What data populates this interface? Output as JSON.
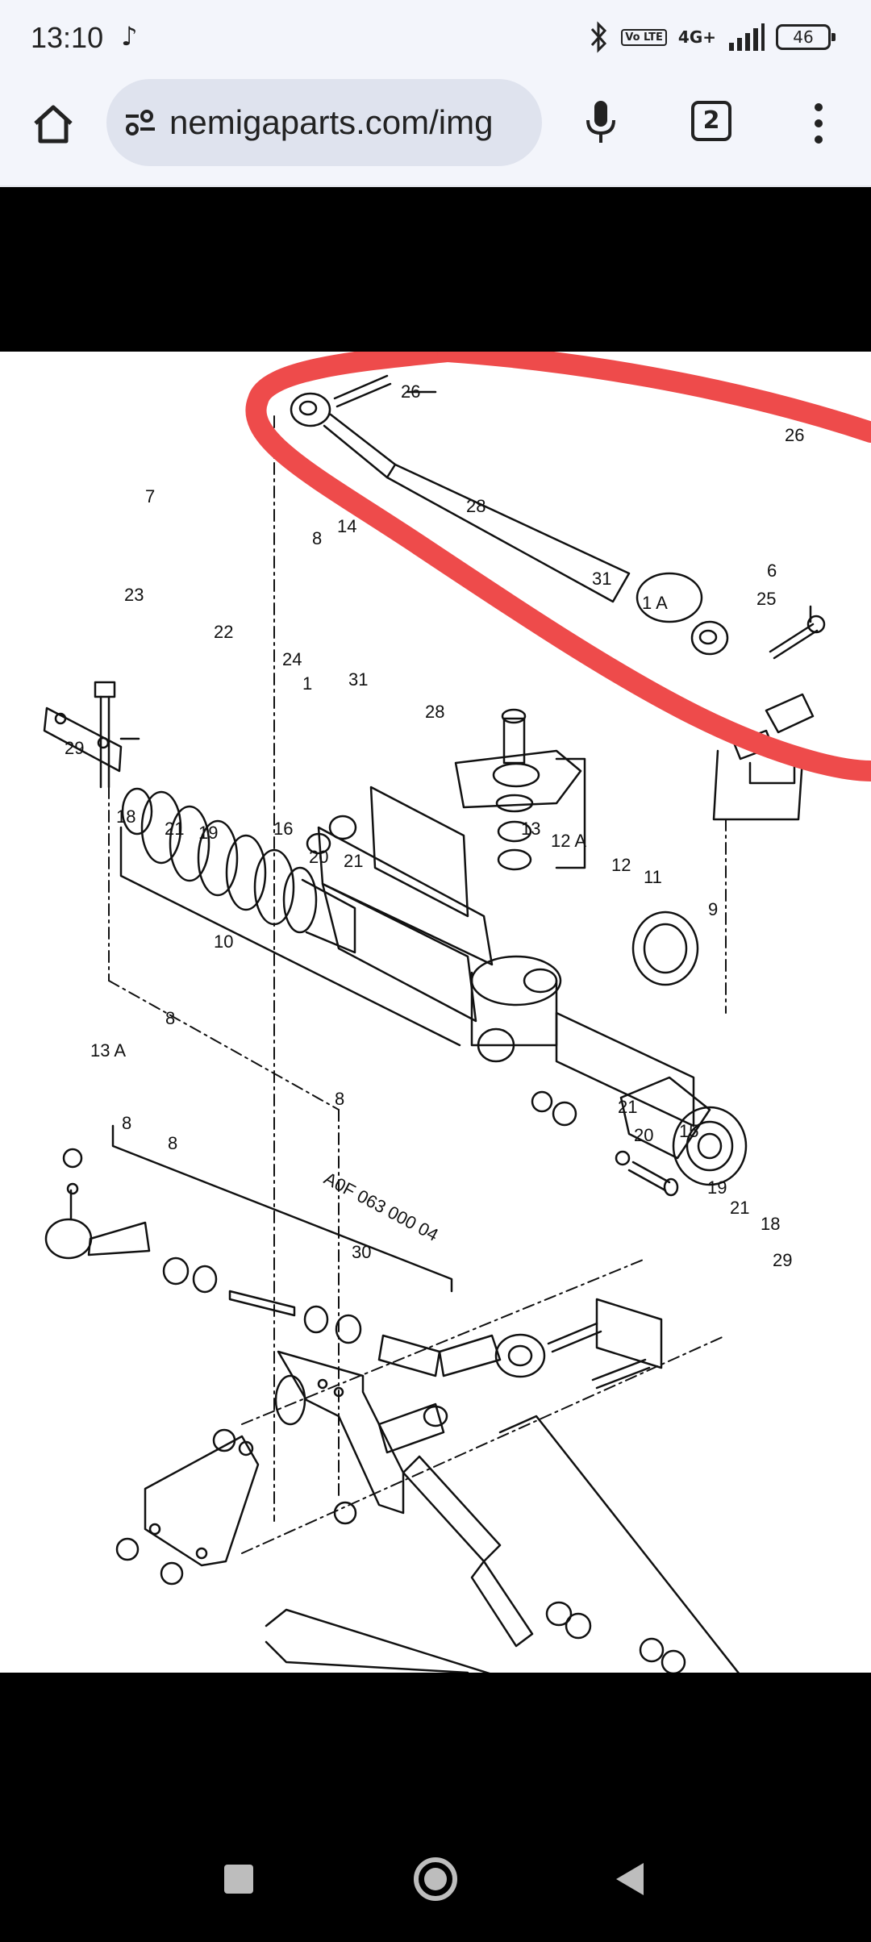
{
  "status": {
    "time": "13:10",
    "app_icon": "tiktok-icon",
    "volte": "Vo LTE",
    "network": "4G+",
    "battery": "46"
  },
  "toolbar": {
    "url": "nemigaparts.com/img",
    "tab_count": "2"
  },
  "diagram": {
    "labels": {
      "l26a": "26",
      "l26b": "26",
      "l7": "7",
      "l28a": "28",
      "l8a": "8",
      "l14": "14",
      "l31a": "31",
      "l1a": "1 A",
      "l6": "6",
      "l25": "25",
      "l23": "23",
      "l22": "22",
      "l24": "24",
      "l1": "1",
      "l31b": "31",
      "l28b": "28",
      "l29a": "29",
      "l18a": "18",
      "l21a": "21",
      "l19a": "19",
      "l16": "16",
      "l20a": "20",
      "l21b": "21",
      "l13": "13",
      "l12a": "12 A",
      "l12": "12",
      "l11": "11",
      "l9": "9",
      "l10": "10",
      "l8b": "8",
      "l13a": "13 A",
      "l8c": "8",
      "l8d": "8",
      "l8e": "8",
      "l21c": "21",
      "l20b": "20",
      "l15": "15",
      "l19b": "19",
      "l21d": "21",
      "l18b": "18",
      "l29b": "29",
      "l30": "30",
      "part_no": "A0F 063 000 04"
    }
  }
}
